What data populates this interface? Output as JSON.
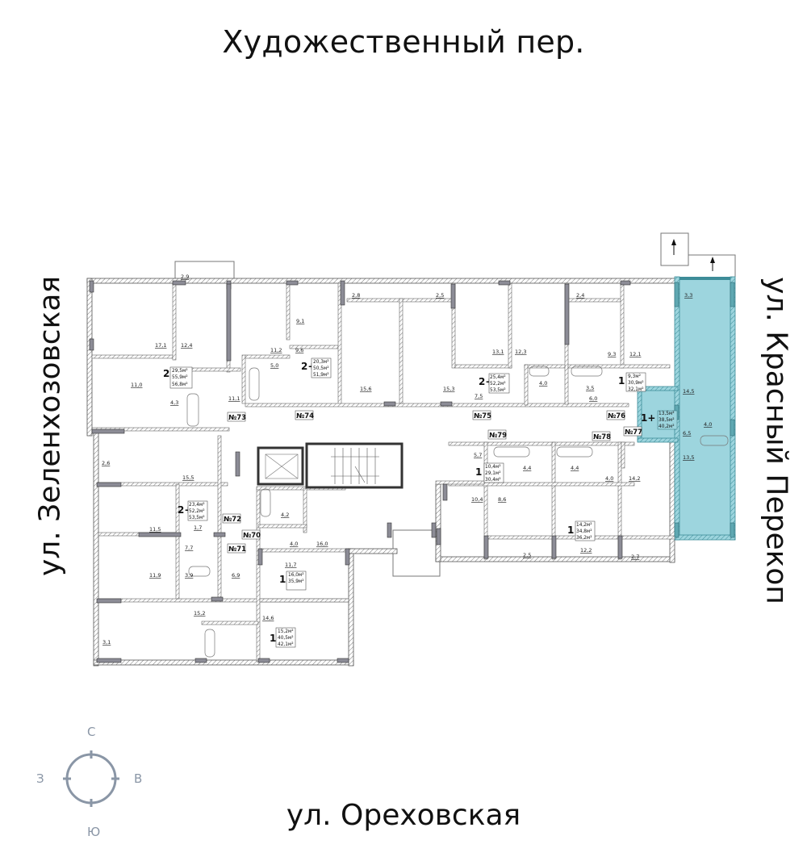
{
  "streets": {
    "top": "Художественный пер.",
    "bottom": "ул. Ореховская",
    "left": "ул. Зеленхозовская",
    "right": "ул. Красный Перекоп"
  },
  "compass": {
    "north": "С",
    "south": "Ю",
    "west": "З",
    "east": "В"
  },
  "colors": {
    "highlight": "#9dd5de",
    "highlight_wall": "#3d8c98",
    "wall": "#555555",
    "column": "#8c8c96",
    "compass": "#8a96a6"
  },
  "stair_numbers": [
    "№70",
    "№71",
    "№72",
    "№73",
    "№74",
    "№75",
    "№76",
    "№77",
    "№78",
    "№79"
  ],
  "apartments": [
    {
      "id": "apt-nw",
      "rooms": "2",
      "living": "29,5м²",
      "total": "55,9м²",
      "total_balc": "56,8м²",
      "room_areas": [
        "17,1",
        "12,4",
        "11,0",
        "4,3",
        "11,1",
        "2,9"
      ]
    },
    {
      "id": "apt-n2",
      "rooms": "2+",
      "living": "20,3м²",
      "total": "50,5м²",
      "total_balc": "51,9м²",
      "room_areas": [
        "9,1",
        "11,2",
        "9,6",
        "5,0",
        "15,6",
        "2,8"
      ]
    },
    {
      "id": "apt-n3",
      "rooms": "2+",
      "living": "25,4м²",
      "total": "52,2м²",
      "total_balc": "53,5м²",
      "room_areas": [
        "2,5",
        "13,1",
        "12,3",
        "15,3",
        "7,5",
        "4,0"
      ]
    },
    {
      "id": "apt-n4",
      "rooms": "1",
      "living": "9,3м²",
      "total": "30,9м²",
      "total_balc": "32,1м²",
      "room_areas": [
        "2,4",
        "9,3",
        "12,1",
        "3,5",
        "6,0"
      ]
    },
    {
      "id": "apt-ne-selected",
      "rooms": "1+",
      "living": "13,5м²",
      "total": "38,5м²",
      "total_balc": "40,2м²",
      "room_areas": [
        "3,3",
        "14,5",
        "4,0",
        "6,5",
        "13,5"
      ],
      "selected": true
    },
    {
      "id": "apt-w2",
      "rooms": "2+",
      "living": "23,4м²",
      "total": "52,2м²",
      "total_balc": "53,5м²",
      "room_areas": [
        "2,6",
        "15,5",
        "11,5",
        "1,7",
        "7,7",
        "11,9",
        "3,9"
      ]
    },
    {
      "id": "apt-c1",
      "rooms": "1",
      "living": "16,0м²",
      "total": "35,9м²",
      "total_balc": "",
      "room_areas": [
        "4,2",
        "4,0",
        "16,0",
        "11,7"
      ]
    },
    {
      "id": "apt-sw",
      "rooms": "1",
      "living": "15,2м²",
      "total": "40,5м²",
      "total_balc": "42,1м²",
      "room_areas": [
        "3,1",
        "15,2",
        "14,6"
      ]
    },
    {
      "id": "apt-s1",
      "rooms": "1",
      "living": "10,4м²",
      "total": "29,1м²",
      "total_balc": "30,4м²",
      "room_areas": [
        "5,7",
        "4,4",
        "10,4",
        "8,6",
        "2,5"
      ]
    },
    {
      "id": "apt-s2",
      "rooms": "1",
      "living": "14,2м²",
      "total": "34,8м²",
      "total_balc": "36,2м²",
      "room_areas": [
        "4,4",
        "4,0",
        "14,2",
        "12,2",
        "2,7"
      ]
    }
  ],
  "misc_areas": {
    "corridor": "6,9"
  }
}
